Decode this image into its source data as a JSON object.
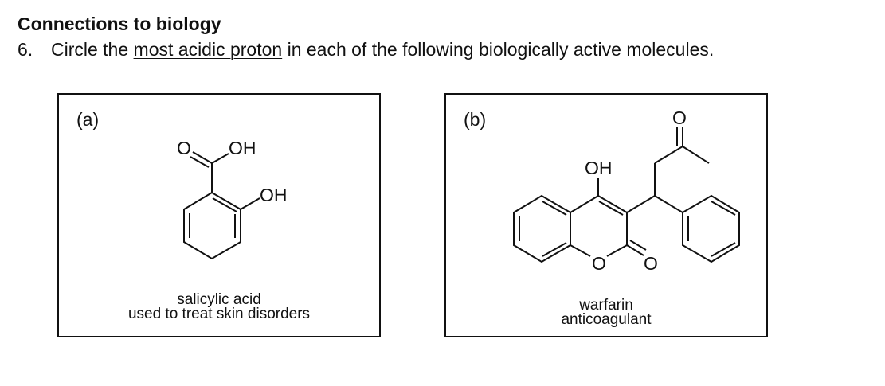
{
  "heading": "Connections to biology",
  "question": {
    "number": "6.",
    "text_before": "Circle the ",
    "underlined": "most acidic proton",
    "text_after": " in each of the following biologically active molecules."
  },
  "panels": [
    {
      "label": "(a)",
      "atoms": {
        "carbonyl_o": "O",
        "acid_oh": "OH",
        "phenol_oh": "OH"
      },
      "name": "salicylic acid",
      "description": "used to treat skin disorders"
    },
    {
      "label": "(b)",
      "atoms": {
        "ketone_o": "O",
        "enol_oh": "OH",
        "ring_o": "O",
        "lactone_o": "O"
      },
      "name": "warfarin",
      "description": "anticoagulant"
    }
  ]
}
